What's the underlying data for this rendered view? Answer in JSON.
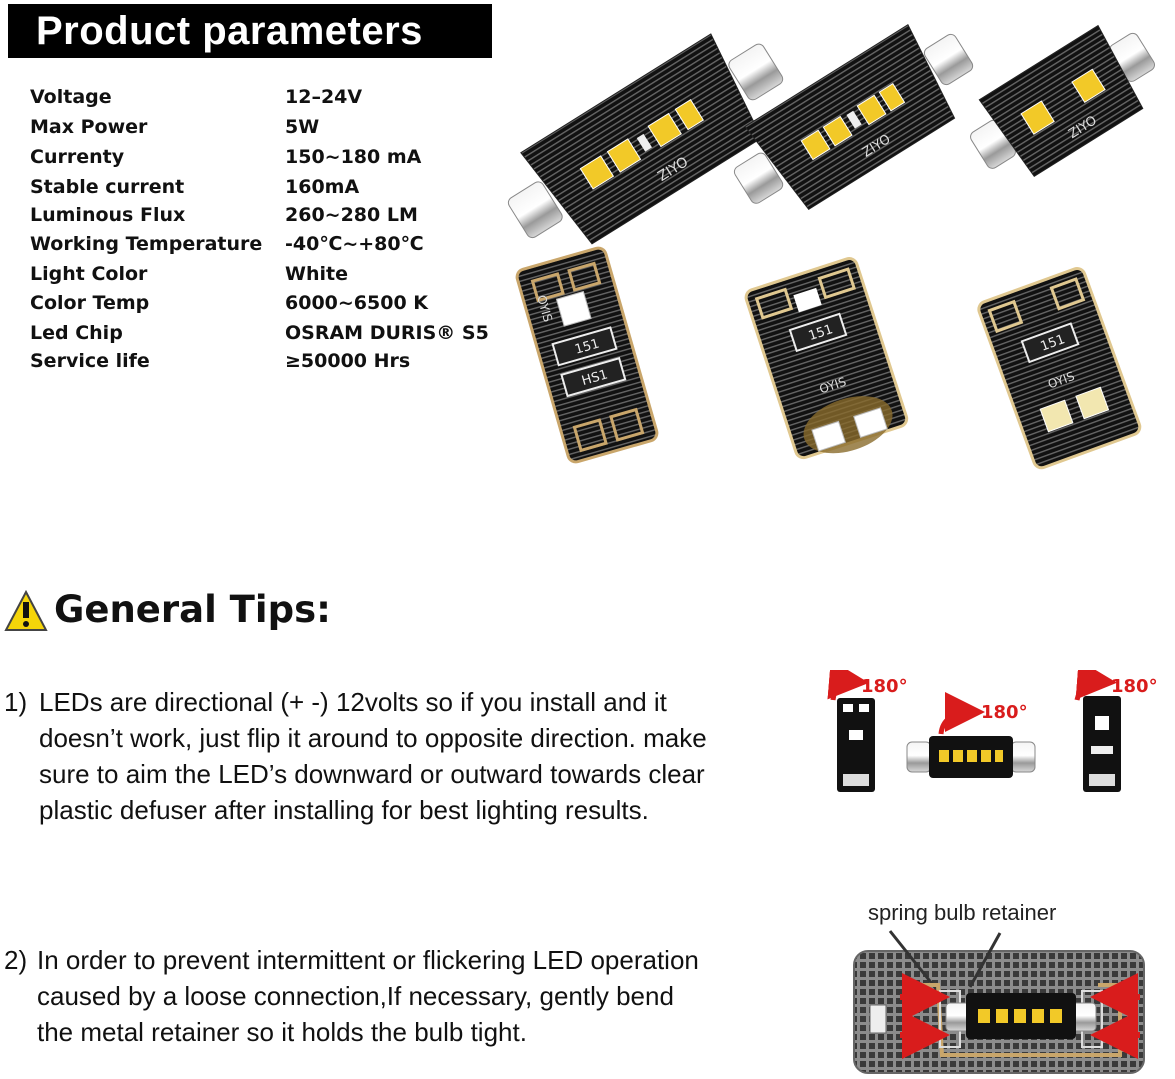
{
  "header": {
    "title": "Product parameters"
  },
  "params": [
    {
      "key": "Voltage",
      "value": "12–24V"
    },
    {
      "key": "Max Power",
      "value": "5W"
    },
    {
      "key": "Currenty",
      "value": "150~180 mA"
    },
    {
      "key": "Stable current",
      "value": "160mA"
    },
    {
      "key": "Luminous Flux",
      "value": "260~280 LM"
    },
    {
      "key": "Working Temperature",
      "value": "-40℃~+80℃"
    },
    {
      "key": "Light Color",
      "value": "White"
    },
    {
      "key": "Color Temp",
      "value": "6000~6500 K"
    },
    {
      "key": "Led Chip",
      "value": "OSRAM DURIS® S5"
    },
    {
      "key": "Service life",
      "value": "≥50000 Hrs"
    }
  ],
  "bulb_labels": {
    "brand": "ZIYO",
    "alt": "OYIS",
    "code": "151",
    "code2": "HS1"
  },
  "tips": {
    "title": "General Tips:",
    "tip1": {
      "num": "1)",
      "lines": [
        "LEDs are directional (+ -) 12volts so if you install and it",
        "doesn’t work, just flip it around to opposite direction. make",
        "sure to aim the LED’s downward or outward towards clear",
        "plastic defuser after installing for best lighting results."
      ],
      "rotation_label": "180°"
    },
    "tip2": {
      "num": "2)",
      "lines": [
        "In order to prevent intermittent or flickering LED operation",
        "caused by a loose connection,If necessary, gently bend",
        "the metal retainer so it holds the bulb tight."
      ],
      "diagram_label": "spring bulb retainer"
    }
  },
  "colors": {
    "accent_red": "#d91c1c",
    "warning_yellow": "#f5d50a",
    "chip_yellow": "#f2c928"
  }
}
